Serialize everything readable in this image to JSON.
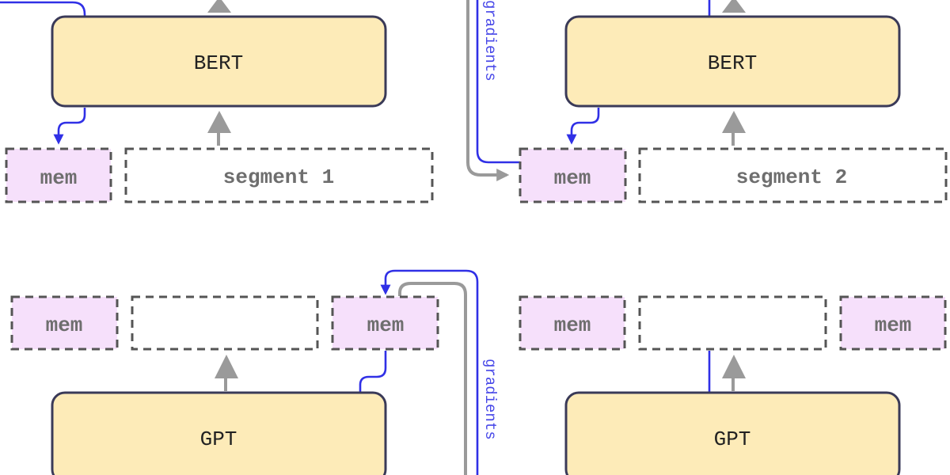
{
  "colors": {
    "model_fill": "#fdebb8",
    "mem_fill": "#f6e0fb",
    "gradient_line": "#3030e6",
    "forward_arrow": "#9a9a9a"
  },
  "top_left": {
    "model_label": "BERT",
    "mem_label": "mem",
    "segment_label": "segment 1"
  },
  "top_right": {
    "model_label": "BERT",
    "mem_label": "mem",
    "segment_label": "segment 2",
    "gradient_label": "gradients"
  },
  "bottom_left": {
    "model_label": "GPT",
    "mem_in_label": "mem",
    "segment_label": "",
    "mem_out_label": "mem",
    "gradient_label": "gradients"
  },
  "bottom_right": {
    "model_label": "GPT",
    "mem_in_label": "mem",
    "segment_label": "",
    "mem_out_label": "mem"
  }
}
